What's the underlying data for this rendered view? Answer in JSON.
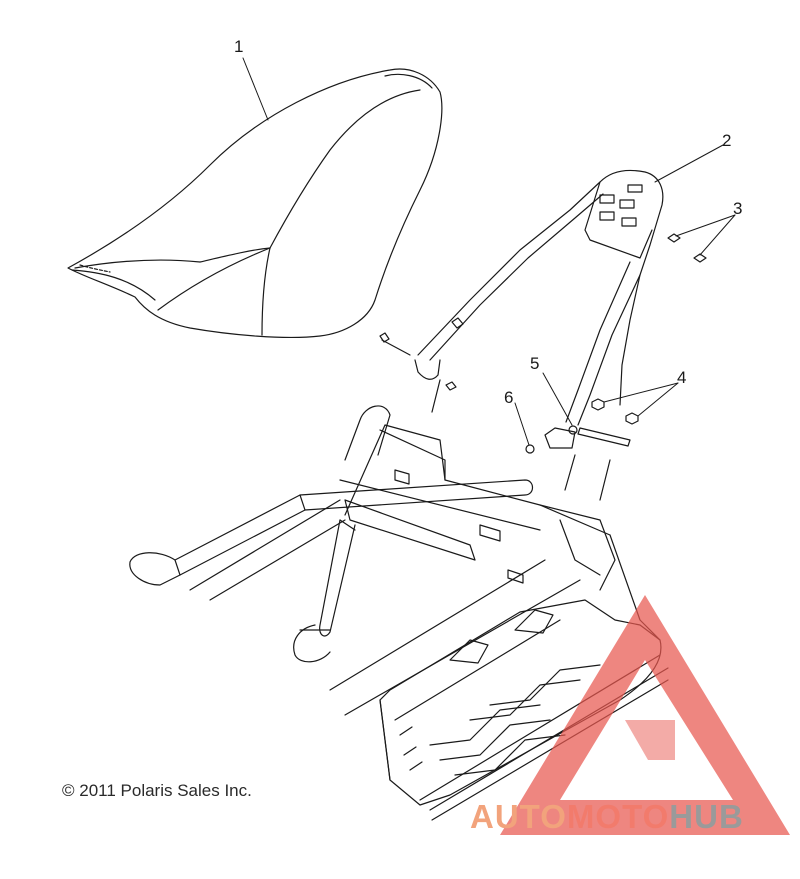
{
  "callouts": [
    {
      "id": "1",
      "label": "1"
    },
    {
      "id": "2",
      "label": "2"
    },
    {
      "id": "3",
      "label": "3"
    },
    {
      "id": "4",
      "label": "4"
    },
    {
      "id": "5",
      "label": "5"
    },
    {
      "id": "6",
      "label": "6"
    }
  ],
  "copyright": "© 2011 Polaris Sales Inc.",
  "watermark": {
    "part1": "AUTO",
    "part2": "MOTO",
    "part3": "HUB",
    "colors": {
      "auto": "#f2a37c",
      "moto": "#f27b6c",
      "hub": "#9a9a9a",
      "triangle": "#e8574f"
    }
  },
  "line_color": "#1a1a1a"
}
